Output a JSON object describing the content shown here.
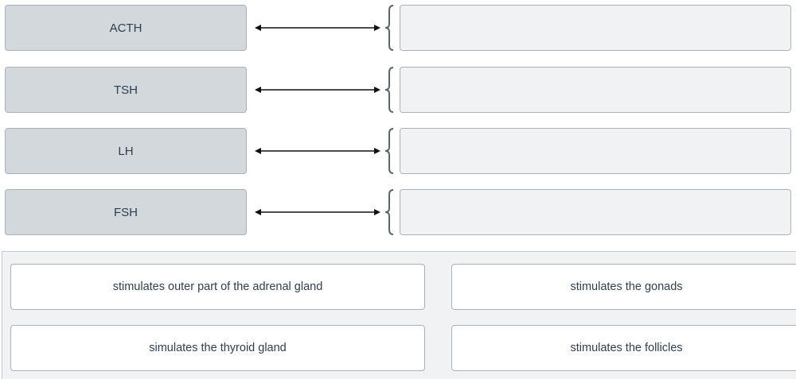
{
  "matching": {
    "terms": [
      {
        "label": "ACTH"
      },
      {
        "label": "TSH"
      },
      {
        "label": "LH"
      },
      {
        "label": "FSH"
      }
    ],
    "drop_targets": [
      {
        "value": ""
      },
      {
        "value": ""
      },
      {
        "value": ""
      },
      {
        "value": ""
      }
    ]
  },
  "answer_bank": {
    "choices": [
      {
        "label": "stimulates outer part of the adrenal gland"
      },
      {
        "label": "stimulates the gonads"
      },
      {
        "label": "simulates the thyroid gland"
      },
      {
        "label": "stimulates the follicles"
      }
    ]
  },
  "icons": {
    "connector": "double-headed-arrow-icon",
    "bracket": "curly-brace-icon"
  },
  "colors": {
    "term_background": "#d3d8dc",
    "drop_background": "#f1f2f3",
    "border": "#a9b1b7",
    "brace": "#5a6570",
    "text": "#2d3e4f"
  }
}
